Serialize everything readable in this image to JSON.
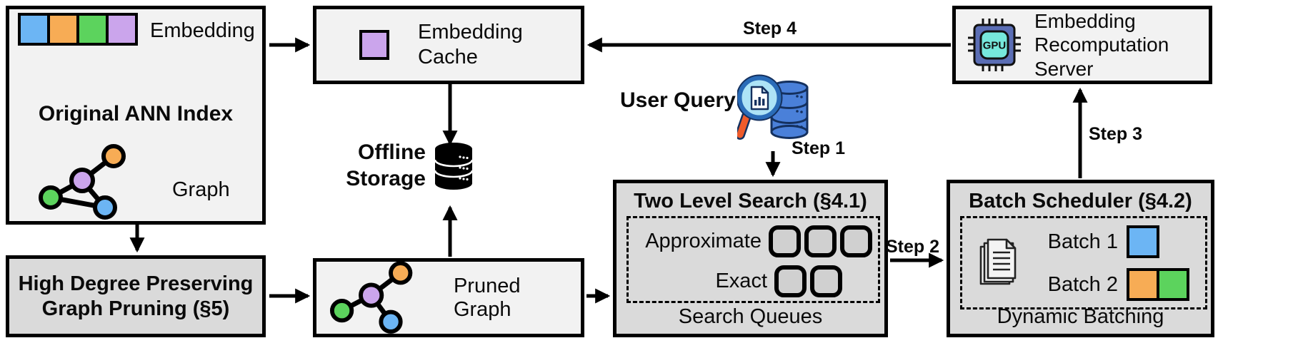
{
  "colors": {
    "blue": "#6CB5F4",
    "orange": "#F7AC55",
    "green": "#5CD35D",
    "purple": "#CBA5EC",
    "light_box_bg": "#F2F2F2",
    "gray_box_bg": "#DADADA",
    "queue_slot_bg": "#D0D0D0",
    "line": "#000000",
    "gpu_chip_body": "#5B6EB5",
    "gpu_chip_core": "#76E8DC",
    "db_blue": "#4A80D9",
    "db_outline": "#14305E",
    "lens_fill": "#ADE3F6",
    "lens_rim": "#2A6CB8",
    "handle_orange": "#EF5B2B"
  },
  "original_ann_index": {
    "title": "Original ANN Index",
    "embedding_label": "Embedding",
    "graph_label": "Graph",
    "embedding_colors": [
      "blue",
      "orange",
      "green",
      "purple"
    ]
  },
  "graph_pruning": {
    "title": "High Degree Preserving Graph Pruning (§5)"
  },
  "embedding_cache": {
    "title": "Embedding Cache",
    "icon_colors": [
      "purple"
    ]
  },
  "offline_storage": {
    "title": "Offline Storage"
  },
  "pruned_graph": {
    "label": "Pruned Graph"
  },
  "user_query": {
    "label": "User Query"
  },
  "steps": {
    "step1": "Step 1",
    "step2": "Step 2",
    "step3": "Step 3",
    "step4": "Step 4"
  },
  "two_level_search": {
    "title": "Two Level Search (§4.1)",
    "rows": [
      {
        "label": "Approximate",
        "slots": 3
      },
      {
        "label": "Exact",
        "slots": 2
      }
    ],
    "footer": "Search Queues"
  },
  "batch_scheduler": {
    "title": "Batch Scheduler (§4.2)",
    "batches": [
      {
        "label": "Batch 1",
        "colors": [
          "blue"
        ]
      },
      {
        "label": "Batch 2",
        "colors": [
          "orange",
          "green"
        ]
      }
    ],
    "footer": "Dynamic Batching"
  },
  "recomputation_server": {
    "title": "Embedding Recomputation Server"
  }
}
